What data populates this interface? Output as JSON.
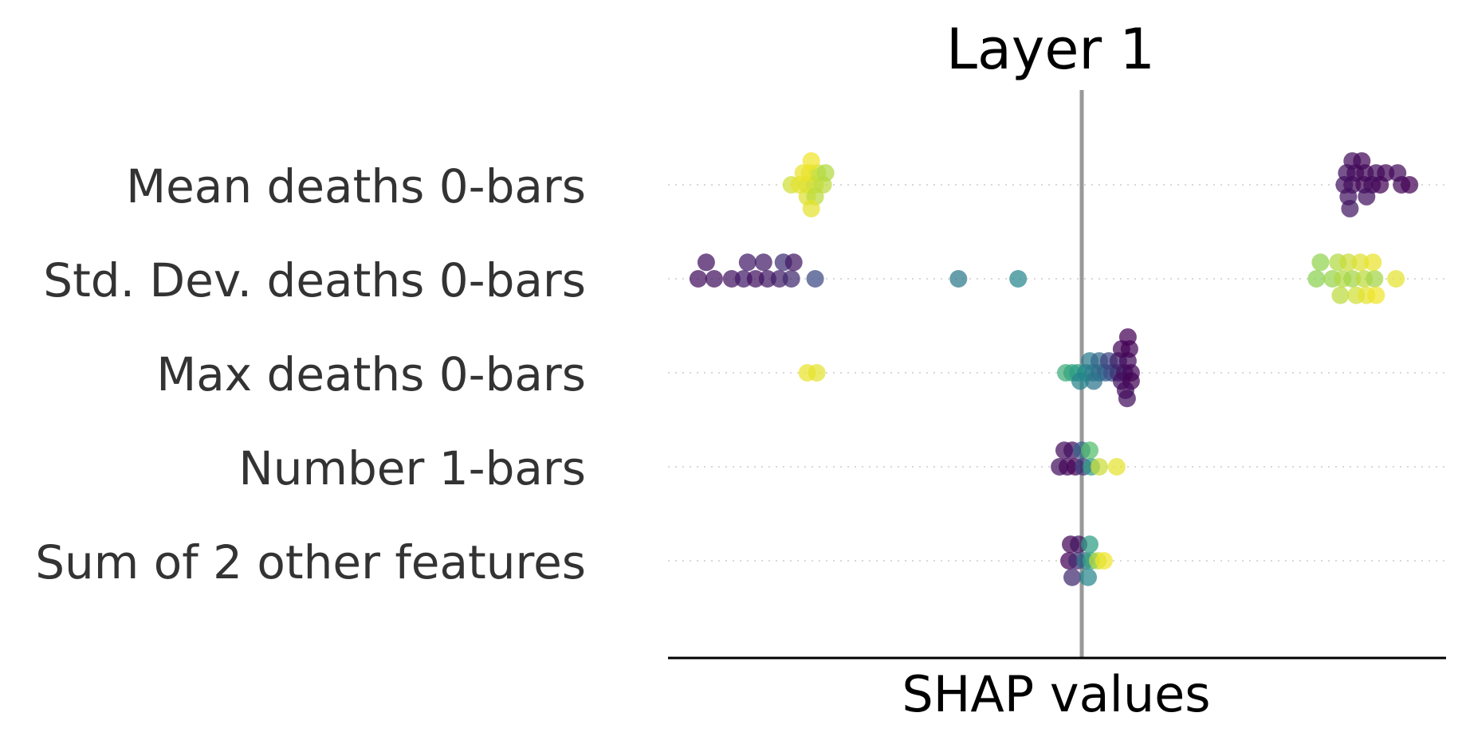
{
  "chart_data": {
    "type": "scatter",
    "title": "Layer 1",
    "xlabel": "SHAP values",
    "xlim": [
      -5.2,
      4.6
    ],
    "colormap": [
      "#440154",
      "#3b528b",
      "#21918c",
      "#5ec962",
      "#fde725"
    ],
    "point_opacity": 0.72,
    "features": [
      {
        "name": "Mean deaths 0-bars",
        "points": [
          {
            "x": -3.65,
            "y": 0.0,
            "c": 0.93
          },
          {
            "x": -3.55,
            "y": 0.0,
            "c": 0.96
          },
          {
            "x": -3.45,
            "y": 0.0,
            "c": 0.95
          },
          {
            "x": -3.35,
            "y": 0.0,
            "c": 0.92
          },
          {
            "x": -3.25,
            "y": 0.0,
            "c": 0.9
          },
          {
            "x": -3.42,
            "y": 0.13,
            "c": 0.96
          },
          {
            "x": -3.32,
            "y": 0.13,
            "c": 0.91
          },
          {
            "x": -3.22,
            "y": 0.13,
            "c": 0.88
          },
          {
            "x": -3.5,
            "y": 0.13,
            "c": 0.97
          },
          {
            "x": -3.4,
            "y": 0.26,
            "c": 0.98
          },
          {
            "x": -3.45,
            "y": -0.13,
            "c": 0.95
          },
          {
            "x": -3.35,
            "y": -0.13,
            "c": 0.9
          },
          {
            "x": -3.4,
            "y": -0.26,
            "c": 0.96
          },
          {
            "x": 3.3,
            "y": 0.0,
            "c": 0.06
          },
          {
            "x": 3.4,
            "y": 0.0,
            "c": 0.04
          },
          {
            "x": 3.55,
            "y": 0.0,
            "c": 0.02
          },
          {
            "x": 3.65,
            "y": 0.0,
            "c": 0.03
          },
          {
            "x": 3.75,
            "y": 0.0,
            "c": 0.01
          },
          {
            "x": 4.02,
            "y": 0.0,
            "c": 0.02
          },
          {
            "x": 4.12,
            "y": 0.0,
            "c": 0.0
          },
          {
            "x": 3.33,
            "y": 0.13,
            "c": 0.05
          },
          {
            "x": 3.44,
            "y": 0.13,
            "c": 0.03
          },
          {
            "x": 3.56,
            "y": 0.13,
            "c": 0.02
          },
          {
            "x": 3.7,
            "y": 0.13,
            "c": 0.04
          },
          {
            "x": 3.82,
            "y": 0.13,
            "c": 0.02
          },
          {
            "x": 3.97,
            "y": 0.13,
            "c": 0.03
          },
          {
            "x": 3.4,
            "y": 0.26,
            "c": 0.04
          },
          {
            "x": 3.52,
            "y": 0.26,
            "c": 0.02
          },
          {
            "x": 3.35,
            "y": -0.13,
            "c": 0.06
          },
          {
            "x": 3.58,
            "y": -0.13,
            "c": 0.05
          },
          {
            "x": 3.37,
            "y": -0.26,
            "c": 0.07
          }
        ]
      },
      {
        "name": "Std. Dev. deaths 0-bars",
        "points": [
          {
            "x": -4.82,
            "y": 0.0,
            "c": 0.04
          },
          {
            "x": -4.62,
            "y": 0.0,
            "c": 0.05
          },
          {
            "x": -4.4,
            "y": 0.0,
            "c": 0.06
          },
          {
            "x": -4.25,
            "y": 0.0,
            "c": 0.08
          },
          {
            "x": -4.1,
            "y": 0.0,
            "c": 0.05
          },
          {
            "x": -3.95,
            "y": 0.0,
            "c": 0.07
          },
          {
            "x": -3.8,
            "y": 0.0,
            "c": 0.09
          },
          {
            "x": -3.65,
            "y": 0.0,
            "c": 0.12
          },
          {
            "x": -3.35,
            "y": 0.0,
            "c": 0.22
          },
          {
            "x": -4.72,
            "y": 0.18,
            "c": 0.05
          },
          {
            "x": -4.2,
            "y": 0.18,
            "c": 0.08
          },
          {
            "x": -4.0,
            "y": 0.18,
            "c": 0.08
          },
          {
            "x": -3.75,
            "y": 0.18,
            "c": 0.14
          },
          {
            "x": -3.62,
            "y": 0.18,
            "c": 0.07
          },
          {
            "x": -1.55,
            "y": 0.0,
            "c": 0.4
          },
          {
            "x": -0.8,
            "y": 0.0,
            "c": 0.46
          },
          {
            "x": 2.95,
            "y": 0.0,
            "c": 0.82
          },
          {
            "x": 3.15,
            "y": 0.0,
            "c": 0.84
          },
          {
            "x": 3.28,
            "y": 0.0,
            "c": 0.88
          },
          {
            "x": 3.4,
            "y": 0.0,
            "c": 0.86
          },
          {
            "x": 3.55,
            "y": 0.0,
            "c": 0.9
          },
          {
            "x": 3.68,
            "y": 0.0,
            "c": 0.86
          },
          {
            "x": 3.95,
            "y": 0.0,
            "c": 0.96
          },
          {
            "x": 3.0,
            "y": 0.18,
            "c": 0.83
          },
          {
            "x": 3.22,
            "y": 0.18,
            "c": 0.88
          },
          {
            "x": 3.35,
            "y": 0.18,
            "c": 0.92
          },
          {
            "x": 3.5,
            "y": 0.18,
            "c": 0.95
          },
          {
            "x": 3.66,
            "y": 0.18,
            "c": 0.97
          },
          {
            "x": 3.25,
            "y": -0.18,
            "c": 0.9
          },
          {
            "x": 3.45,
            "y": -0.18,
            "c": 0.93
          },
          {
            "x": 3.58,
            "y": -0.18,
            "c": 0.96
          },
          {
            "x": 3.7,
            "y": -0.18,
            "c": 0.98
          }
        ]
      },
      {
        "name": "Max deaths 0-bars",
        "points": [
          {
            "x": -3.45,
            "y": 0.0,
            "c": 0.97
          },
          {
            "x": -3.33,
            "y": 0.0,
            "c": 0.96
          },
          {
            "x": -0.2,
            "y": 0.0,
            "c": 0.62
          },
          {
            "x": -0.12,
            "y": 0.0,
            "c": 0.58
          },
          {
            "x": -0.05,
            "y": 0.0,
            "c": 0.55
          },
          {
            "x": 0.05,
            "y": 0.0,
            "c": 0.48
          },
          {
            "x": 0.14,
            "y": 0.0,
            "c": 0.42
          },
          {
            "x": 0.22,
            "y": 0.0,
            "c": 0.36
          },
          {
            "x": 0.3,
            "y": 0.0,
            "c": 0.3
          },
          {
            "x": 0.38,
            "y": 0.0,
            "c": 0.24
          },
          {
            "x": 0.46,
            "y": 0.0,
            "c": 0.15
          },
          {
            "x": 0.54,
            "y": 0.0,
            "c": 0.06
          },
          {
            "x": 0.62,
            "y": 0.0,
            "c": 0.02
          },
          {
            "x": 0.1,
            "y": 0.13,
            "c": 0.4
          },
          {
            "x": 0.22,
            "y": 0.13,
            "c": 0.33
          },
          {
            "x": 0.34,
            "y": 0.13,
            "c": 0.2
          },
          {
            "x": 0.46,
            "y": 0.13,
            "c": 0.1
          },
          {
            "x": 0.58,
            "y": 0.13,
            "c": 0.03
          },
          {
            "x": 0.5,
            "y": 0.26,
            "c": 0.02
          },
          {
            "x": 0.6,
            "y": 0.26,
            "c": 0.01
          },
          {
            "x": 0.58,
            "y": 0.39,
            "c": 0.0
          },
          {
            "x": 0.15,
            "y": -0.09,
            "c": 0.38
          },
          {
            "x": 0.5,
            "y": -0.09,
            "c": 0.05
          },
          {
            "x": 0.62,
            "y": -0.09,
            "c": 0.01
          },
          {
            "x": 0.55,
            "y": -0.19,
            "c": 0.03
          },
          {
            "x": -0.02,
            "y": -0.09,
            "c": 0.45
          },
          {
            "x": 0.57,
            "y": -0.28,
            "c": 0.04
          }
        ]
      },
      {
        "name": "Number 1-bars",
        "points": [
          {
            "x": -0.28,
            "y": 0.0,
            "c": 0.04
          },
          {
            "x": -0.18,
            "y": 0.0,
            "c": 0.02
          },
          {
            "x": -0.08,
            "y": 0.0,
            "c": 0.0
          },
          {
            "x": 0.02,
            "y": 0.0,
            "c": 0.18
          },
          {
            "x": 0.12,
            "y": 0.0,
            "c": 0.55
          },
          {
            "x": 0.22,
            "y": 0.0,
            "c": 0.92
          },
          {
            "x": 0.44,
            "y": 0.0,
            "c": 0.96
          },
          {
            "x": -0.22,
            "y": 0.18,
            "c": 0.03
          },
          {
            "x": -0.12,
            "y": 0.18,
            "c": 0.05
          },
          {
            "x": 0.0,
            "y": 0.18,
            "c": 0.32
          },
          {
            "x": 0.1,
            "y": 0.18,
            "c": 0.7
          }
        ]
      },
      {
        "name": "Sum of 2 other features",
        "points": [
          {
            "x": -0.16,
            "y": 0.0,
            "c": 0.0
          },
          {
            "x": -0.06,
            "y": 0.0,
            "c": 0.12
          },
          {
            "x": 0.04,
            "y": 0.0,
            "c": 0.36
          },
          {
            "x": 0.12,
            "y": 0.0,
            "c": 0.58
          },
          {
            "x": 0.2,
            "y": 0.0,
            "c": 0.9
          },
          {
            "x": 0.28,
            "y": 0.0,
            "c": 0.98
          },
          {
            "x": -0.14,
            "y": 0.18,
            "c": 0.02
          },
          {
            "x": -0.04,
            "y": 0.18,
            "c": 0.06
          },
          {
            "x": 0.1,
            "y": 0.18,
            "c": 0.55
          },
          {
            "x": -0.12,
            "y": -0.18,
            "c": 0.12
          },
          {
            "x": 0.08,
            "y": -0.18,
            "c": 0.46
          }
        ]
      }
    ]
  }
}
